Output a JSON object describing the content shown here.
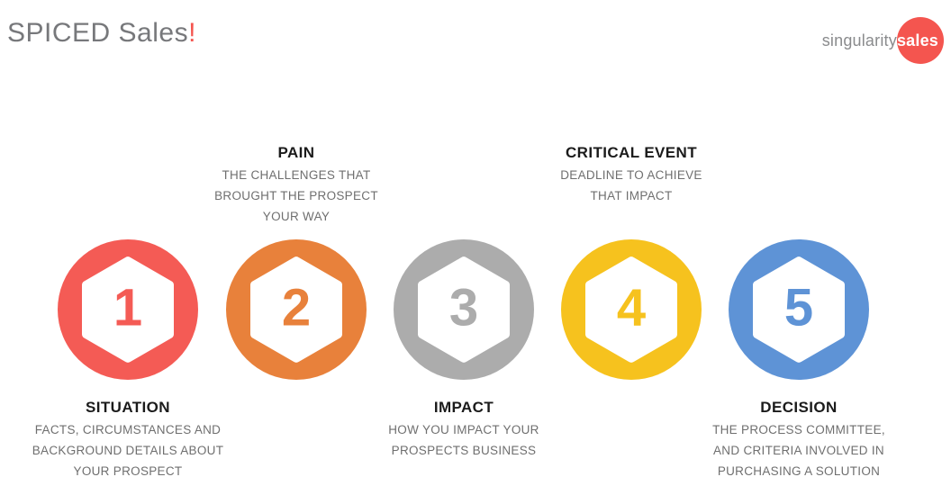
{
  "header": {
    "title": {
      "text": "SPICED Sales",
      "exclamation": "!",
      "text_color": "#77787b",
      "accent_color": "#f4554f"
    },
    "logo": {
      "prefix": "singularity",
      "suffix": "sales",
      "circle_color": "#f4554f"
    }
  },
  "steps": [
    {
      "number": "1",
      "color": "#f45b55",
      "label": "SITUATION",
      "label_position": "below",
      "description": [
        "FACTS, CIRCUMSTANCES AND",
        "BACKGROUND DETAILS ABOUT",
        "YOUR PROSPECT"
      ]
    },
    {
      "number": "2",
      "color": "#e8813b",
      "label": "PAIN",
      "label_position": "above",
      "description": [
        "THE CHALLENGES THAT",
        "BROUGHT THE PROSPECT",
        "YOUR WAY"
      ]
    },
    {
      "number": "3",
      "color": "#acacac",
      "label": "IMPACT",
      "label_position": "below",
      "description": [
        "HOW YOU IMPACT YOUR",
        "PROSPECTS BUSINESS"
      ]
    },
    {
      "number": "4",
      "color": "#f6c21e",
      "label": "CRITICAL EVENT",
      "label_position": "above",
      "description": [
        "DEADLINE TO ACHIEVE",
        "THAT IMPACT"
      ]
    },
    {
      "number": "5",
      "color": "#5e93d6",
      "label": "DECISION",
      "label_position": "below",
      "description": [
        "THE PROCESS COMMITTEE,",
        "AND CRITERIA INVOLVED IN",
        "PURCHASING A SOLUTION"
      ]
    }
  ]
}
